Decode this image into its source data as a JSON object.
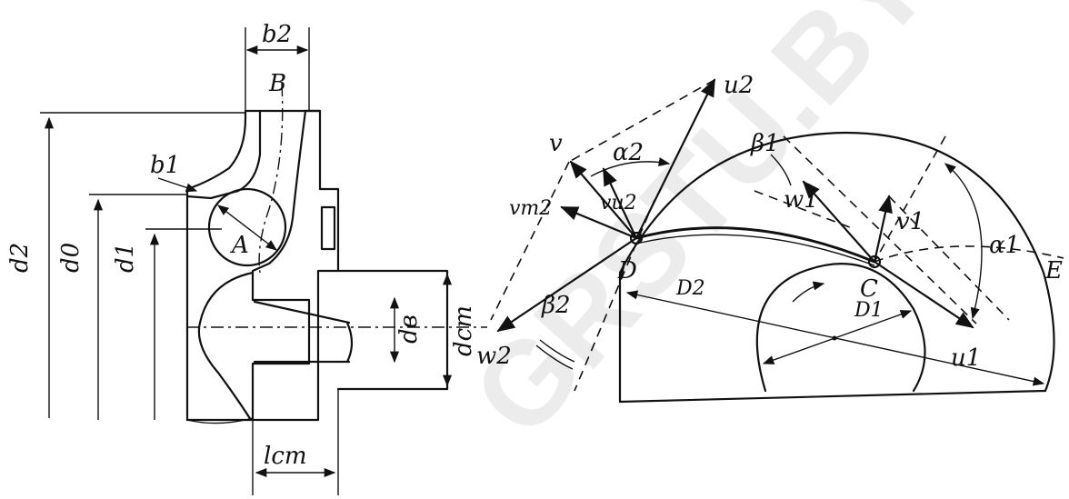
{
  "impeller_section": {
    "labels": {
      "b2": "b2",
      "B": "B",
      "b1": "b1",
      "A": "A",
      "d2": "d2",
      "d0": "d0",
      "d1": "d1",
      "dB": "dв",
      "dcm": "dcm",
      "lcm": "lcm"
    }
  },
  "velocity_diagram": {
    "labels": {
      "u2": "u2",
      "v": "v",
      "alpha2": "α2",
      "vu2": "vu2",
      "vm2": "vm2",
      "D": "D",
      "w2": "w2",
      "beta2": "β2",
      "D2": "D2",
      "beta1": "β1",
      "w1": "w1",
      "v1": "v1",
      "alpha1": "α1",
      "C": "C",
      "D1": "D1",
      "u1": "u1",
      "E": "E"
    }
  },
  "watermark": {
    "text": "GRSTU.BY"
  }
}
